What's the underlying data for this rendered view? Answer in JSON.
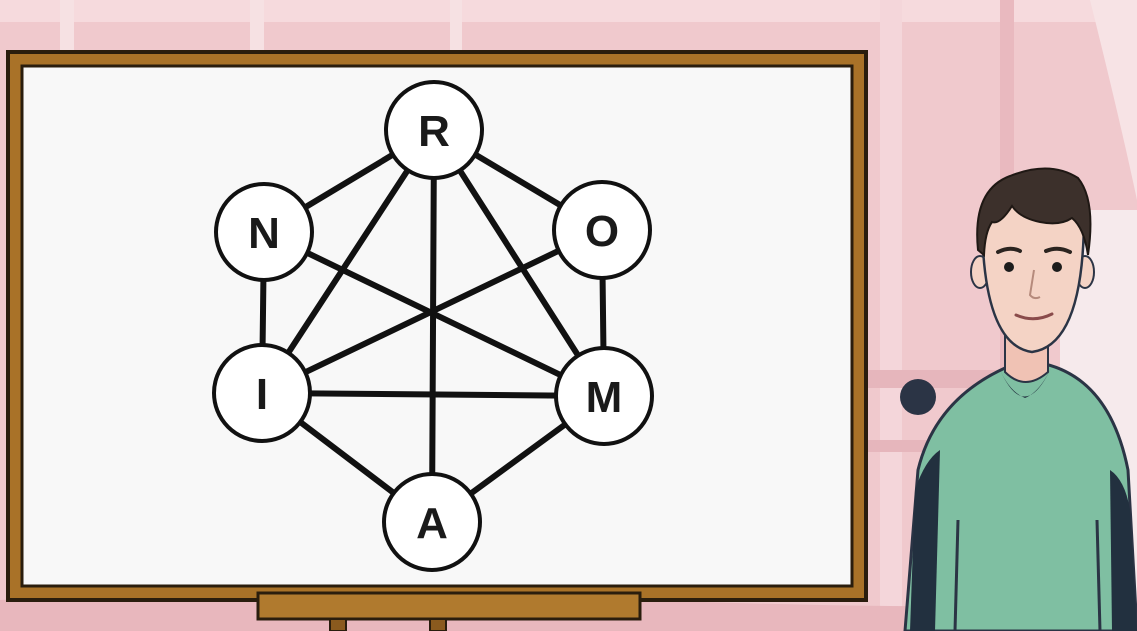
{
  "diagram": {
    "nodes": [
      {
        "id": "R",
        "label": "R"
      },
      {
        "id": "N",
        "label": "N"
      },
      {
        "id": "O",
        "label": "O"
      },
      {
        "id": "I",
        "label": "I"
      },
      {
        "id": "M",
        "label": "M"
      },
      {
        "id": "A",
        "label": "A"
      }
    ],
    "edges": [
      [
        "R",
        "N"
      ],
      [
        "R",
        "O"
      ],
      [
        "R",
        "I"
      ],
      [
        "R",
        "M"
      ],
      [
        "R",
        "A"
      ],
      [
        "N",
        "I"
      ],
      [
        "N",
        "M"
      ],
      [
        "O",
        "I"
      ],
      [
        "O",
        "M"
      ],
      [
        "I",
        "M"
      ],
      [
        "I",
        "A"
      ],
      [
        "M",
        "A"
      ]
    ]
  },
  "colors": {
    "wall": "#f0c9cd",
    "board_frame": "#b07a2e",
    "board_surface": "#fbfbfb",
    "edge": "#111111",
    "node_fill": "#ffffff",
    "shirt": "#7fbfa2",
    "hair": "#3c302b",
    "skin": "#f4d3c5"
  }
}
